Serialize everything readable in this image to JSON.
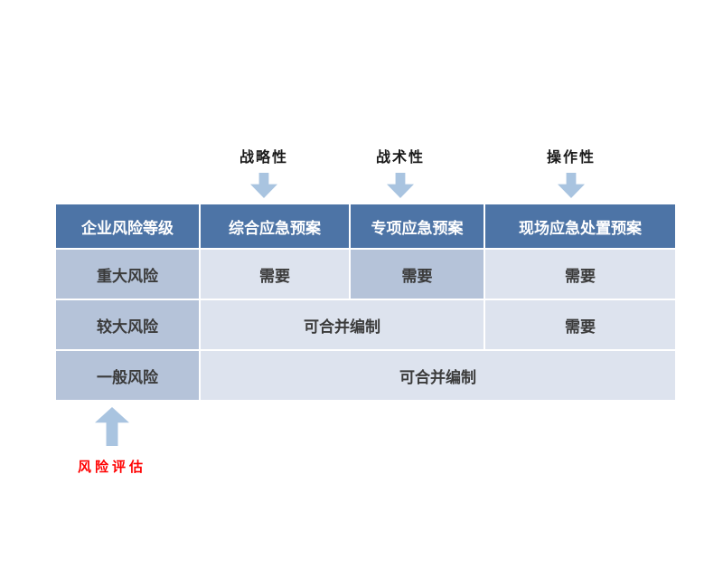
{
  "annotations": {
    "top": [
      {
        "label": "战略性"
      },
      {
        "label": "战术性"
      },
      {
        "label": "操作性"
      }
    ],
    "bottom": {
      "label": "风险评估"
    }
  },
  "table": {
    "headers": [
      "企业风险等级",
      "综合应急预案",
      "专项应急预案",
      "现场应急处置预案"
    ],
    "rows": [
      {
        "label": "重大风险",
        "cells": [
          "需要",
          "需要",
          "需要"
        ]
      },
      {
        "label": "较大风险",
        "cells": [
          "可合并编制",
          "需要"
        ]
      },
      {
        "label": "一般风险",
        "cells": [
          "可合并编制"
        ]
      }
    ]
  },
  "colors": {
    "header_bg": "#4d74a6",
    "header_text": "#ffffff",
    "label_bg": "#b5c3d9",
    "cell_bg": "#dde3ee",
    "highlight_bg": "#b5c3d9",
    "arrow": "#a9c4e0",
    "accent_red": "#ff0000",
    "text": "#3b3b3b"
  }
}
